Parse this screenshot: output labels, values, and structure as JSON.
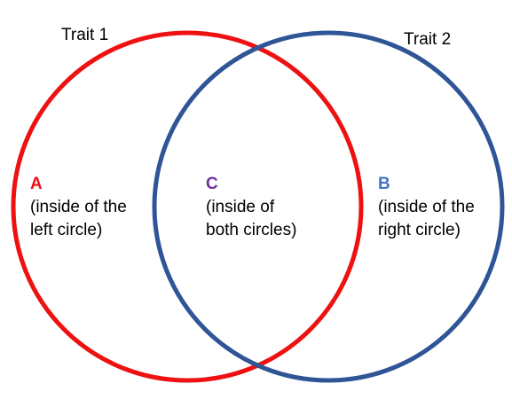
{
  "colors": {
    "left_circle": "#EE1111",
    "right_circle": "#2F5597",
    "region_a": "#EE1111",
    "region_b": "#4472C4",
    "region_c": "#7030A0"
  },
  "traits": {
    "left": "Trait 1",
    "right": "Trait 2"
  },
  "regions": {
    "a": {
      "letter": "A",
      "line1": "(inside of the",
      "line2": "left circle)"
    },
    "c": {
      "letter": "C",
      "line1": "(inside of",
      "line2": "both circles)"
    },
    "b": {
      "letter": "B",
      "line1": "(inside of the",
      "line2": "right circle)"
    }
  }
}
